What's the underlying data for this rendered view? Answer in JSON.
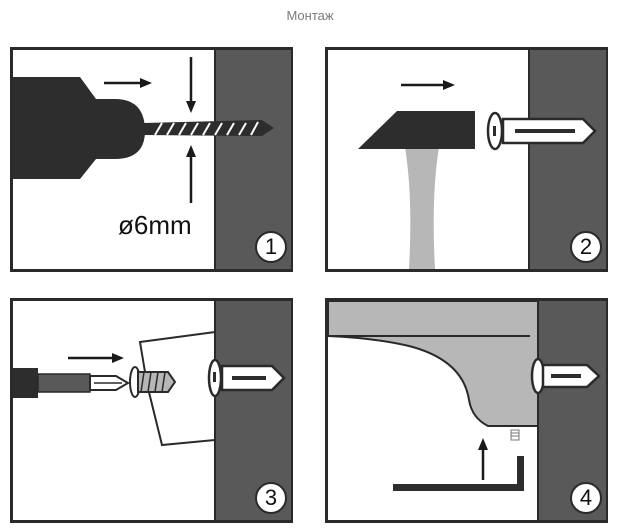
{
  "header": {
    "title": "Монтаж"
  },
  "steps": [
    {
      "number": "1",
      "label": "ø6mm"
    },
    {
      "number": "2"
    },
    {
      "number": "3"
    },
    {
      "number": "4"
    }
  ],
  "colors": {
    "wall": "#595959",
    "outline": "#2a2a2a",
    "gray_part": "#b7b7b7",
    "dark_part": "#2d2d2d",
    "background": "#ffffff"
  },
  "icons": [
    "drill-icon",
    "hammer-icon",
    "screwdriver-icon",
    "shelf-bracket-icon",
    "hex-key-icon",
    "arrow-icon",
    "dowel-icon"
  ]
}
